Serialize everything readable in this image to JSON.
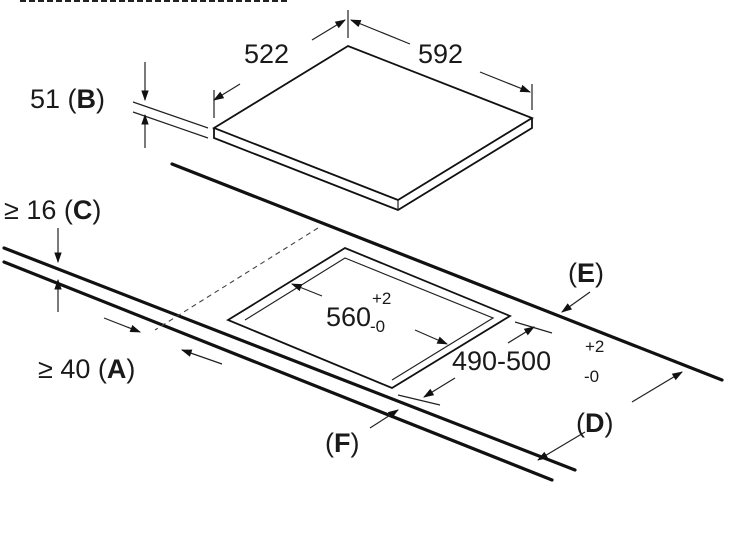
{
  "diagram": {
    "labels": {
      "width_522": "522",
      "depth_592": "592",
      "height_51": "51",
      "letter_b": "B",
      "min_16": "≥ 16",
      "letter_c": "C",
      "min_40": "≥ 40",
      "letter_a": "A",
      "cutout_560": "560",
      "cutout_560_plus": "+2",
      "cutout_560_minus": "-0",
      "cutout_490_500": "490-500",
      "cutout_490_plus": "+2",
      "cutout_490_minus": "-0",
      "letter_e": "E",
      "letter_d": "D",
      "letter_f": "F"
    }
  }
}
